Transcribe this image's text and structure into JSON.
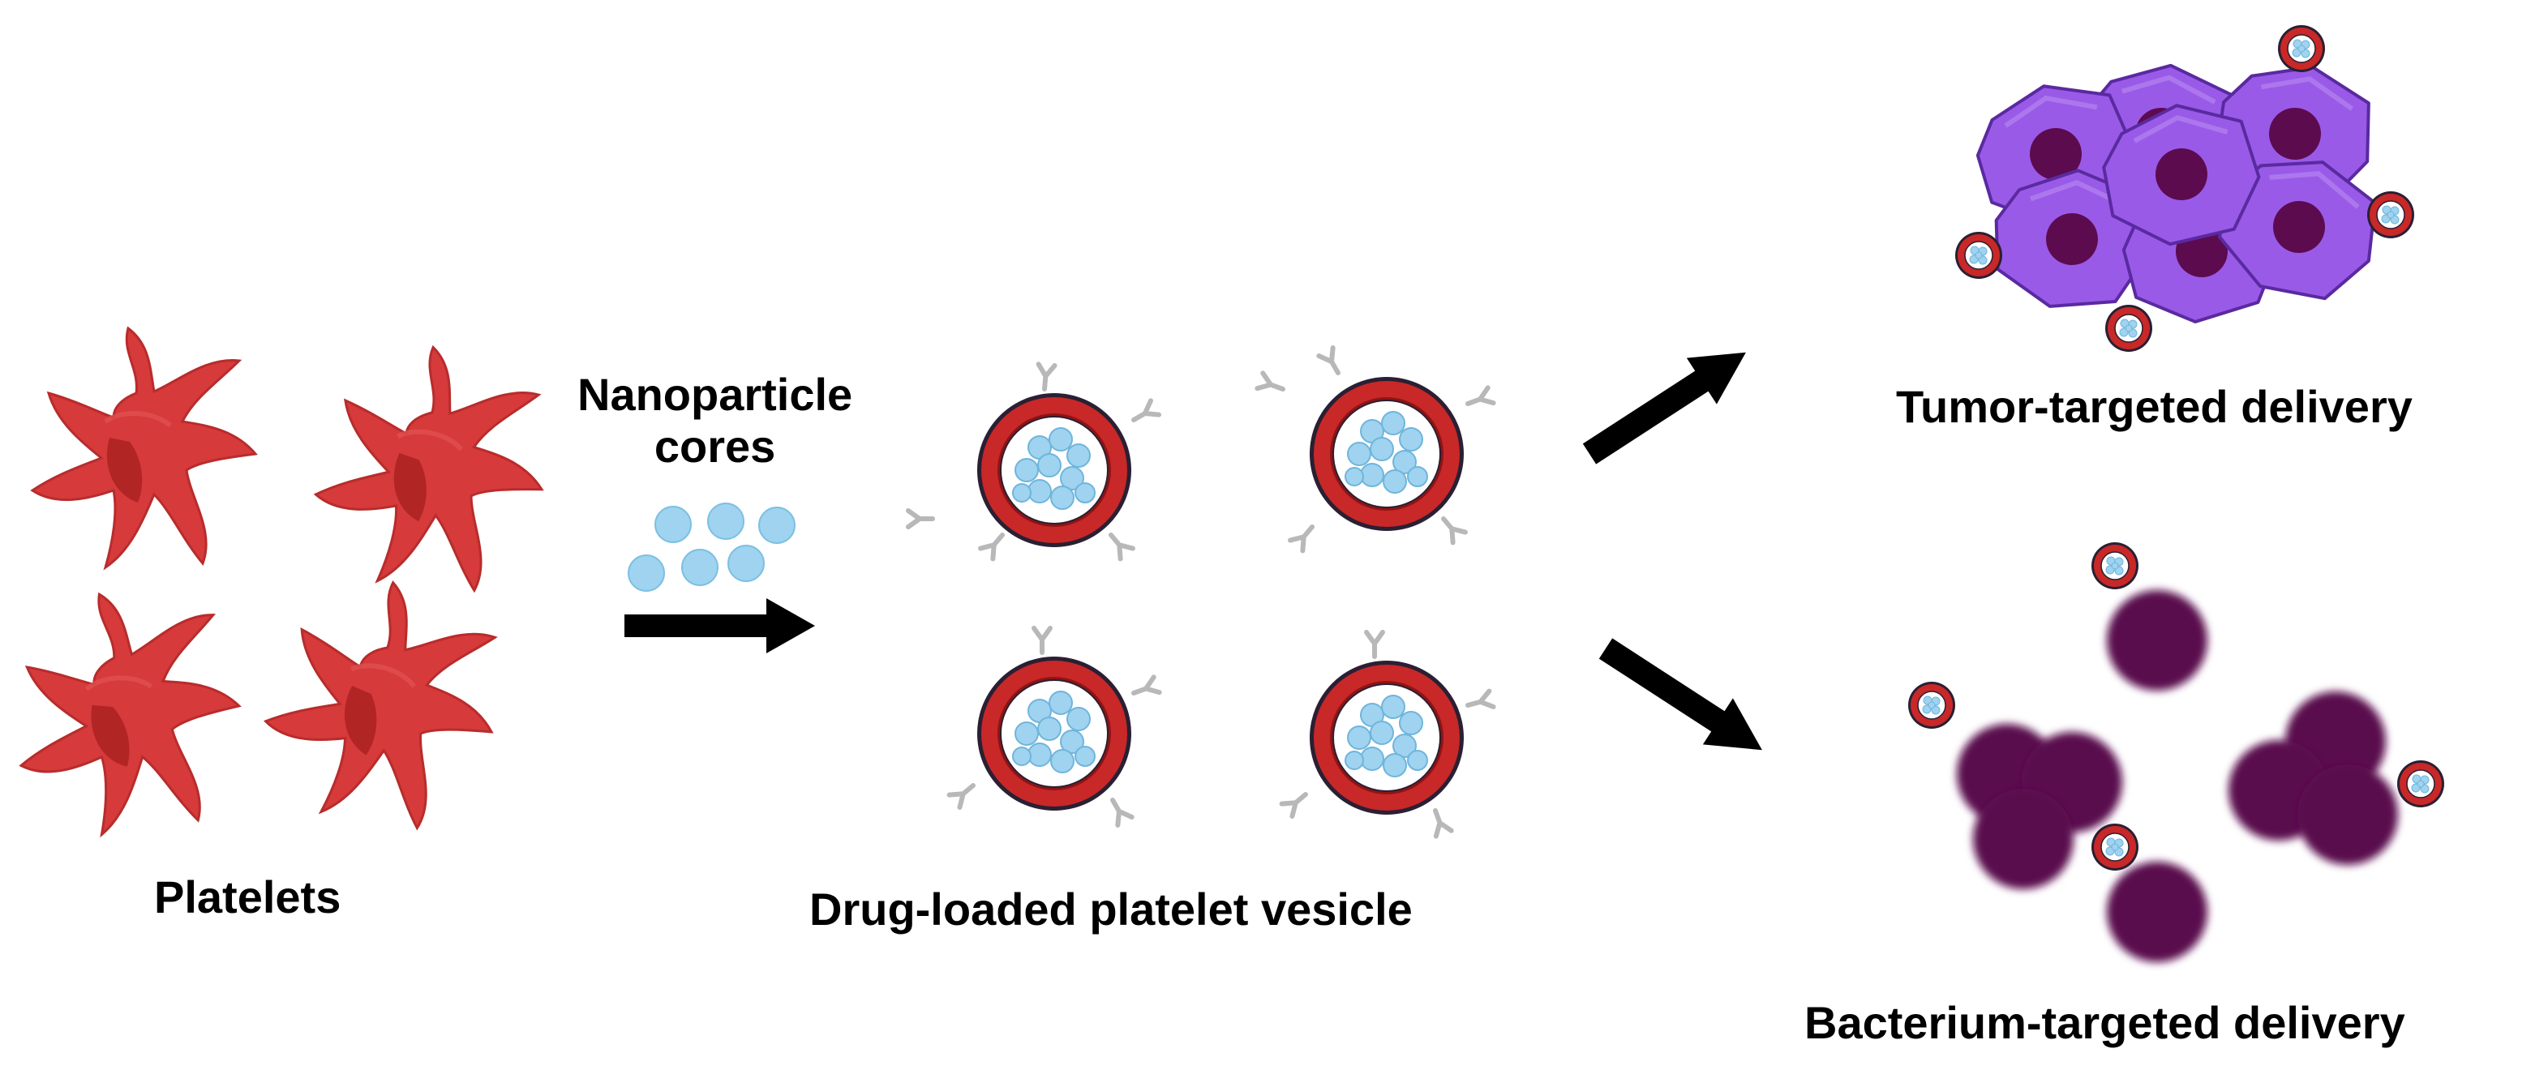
{
  "labels": {
    "platelets": "Platelets",
    "nanoparticle_cores_line1": "Nanoparticle",
    "nanoparticle_cores_line2": "cores",
    "vesicle": "Drug-loaded platelet vesicle",
    "tumor": "Tumor-targeted delivery",
    "bacterium": "Bacterium-targeted delivery"
  },
  "colors": {
    "platelet": "#d63a3a",
    "platelet_dark": "#b32424",
    "vesicle_ring": "#c82828",
    "vesicle_outline": "#2a1f33",
    "nanoparticle": "#9fd3ef",
    "antibody": "#b8b8b8",
    "tumor_cell": "#9a5ae8",
    "tumor_nucleus": "#5c0b4f",
    "bacterium": "#5a0a4d",
    "arrow": "#000000"
  }
}
